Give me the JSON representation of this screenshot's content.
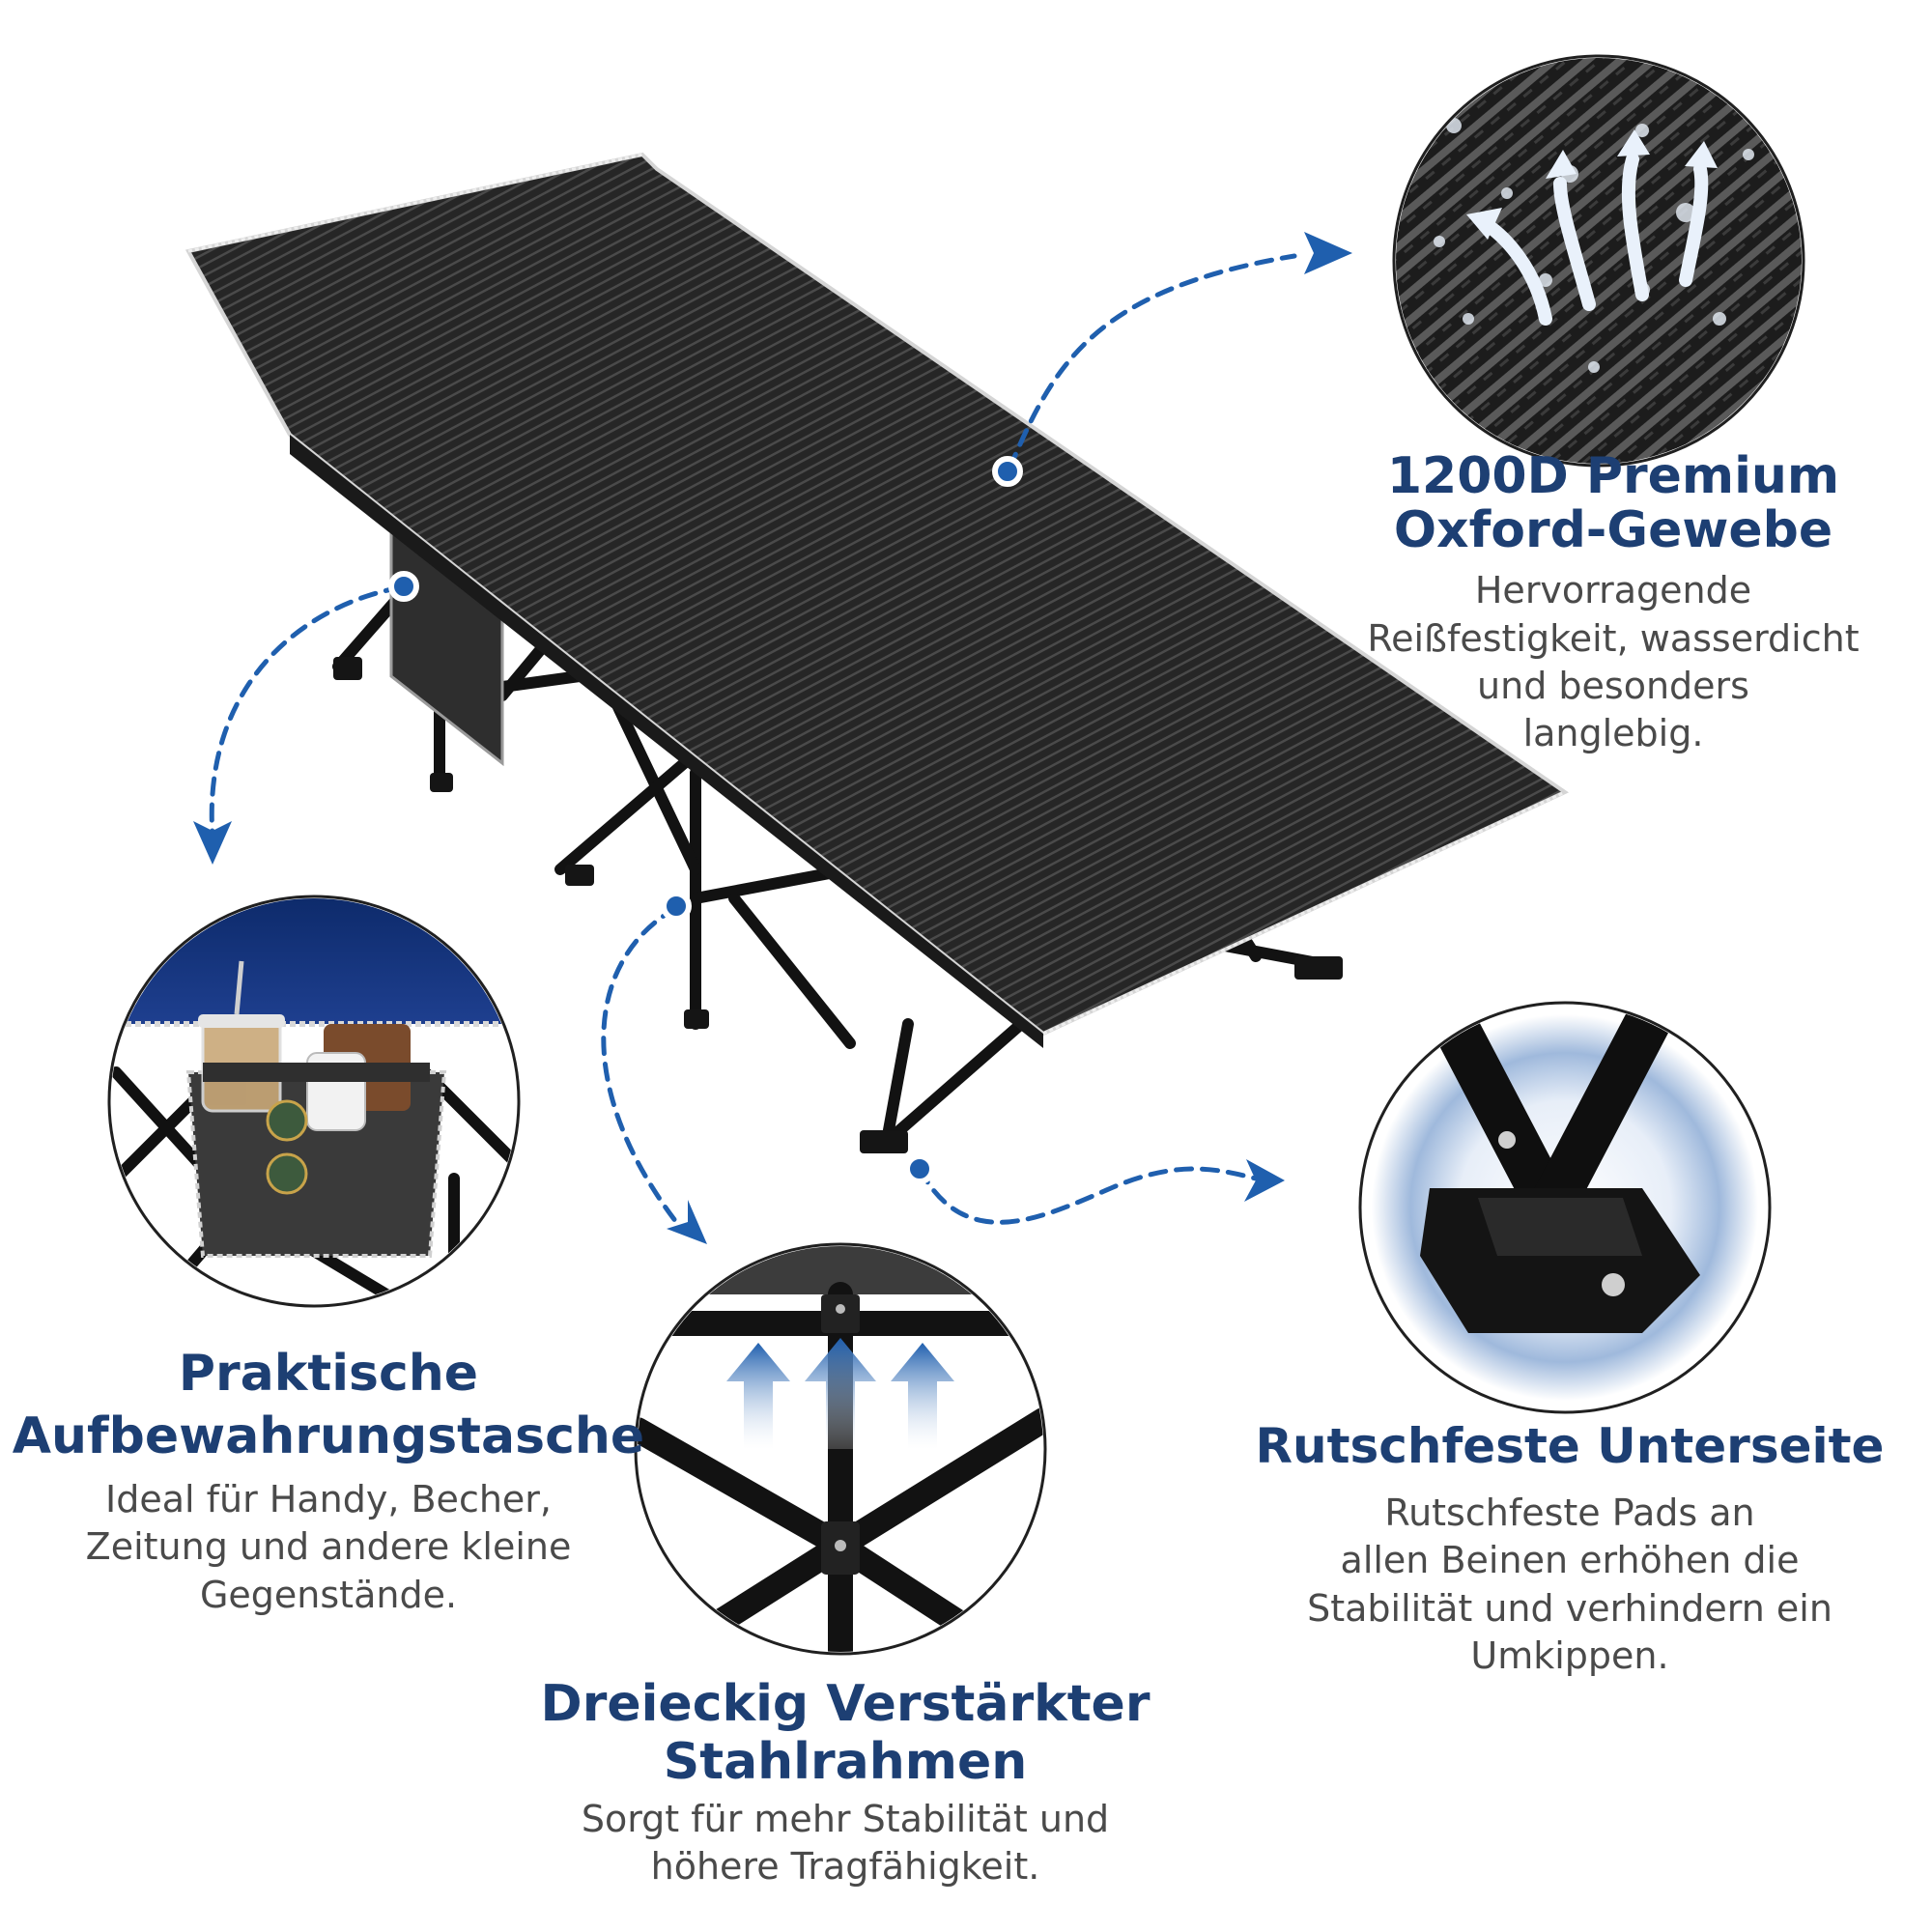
{
  "colors": {
    "accent_blue": "#1d3f73",
    "arrow_blue": "#1f5fae",
    "fabric_dark": "#2b2b2b",
    "frame_black": "#141414",
    "body_text": "#4a4a4a"
  },
  "icons": [
    "arrow-up-icon",
    "moisture-arrow-icon",
    "dashed-arrow-icon"
  ],
  "features": {
    "fabric": {
      "title_line1": "1200D Premium",
      "title_line2": "Oxford-Gewebe",
      "desc_line1": "Hervorragende",
      "desc_line2": "Reißfestigkeit, wasserdicht",
      "desc_line3": "und besonders",
      "desc_line4": "langlebig."
    },
    "pocket": {
      "title_line1": "Praktische",
      "title_line2": "Aufbewahrungstasche",
      "desc_line1": "Ideal für Handy, Becher,",
      "desc_line2": "Zeitung und andere kleine",
      "desc_line3": "Gegenstände."
    },
    "frame": {
      "title_line1": "Dreieckig Verstärkter",
      "title_line2": "Stahlrahmen",
      "desc_line1": "Sorgt für mehr Stabilität und",
      "desc_line2": "höhere Tragfähigkeit."
    },
    "feet": {
      "title": "Rutschfeste Unterseite",
      "desc_line1": "Rutschfeste Pads an",
      "desc_line2": "allen Beinen erhöhen die",
      "desc_line3": "Stabilität und verhindern ein",
      "desc_line4": "Umkippen."
    }
  }
}
